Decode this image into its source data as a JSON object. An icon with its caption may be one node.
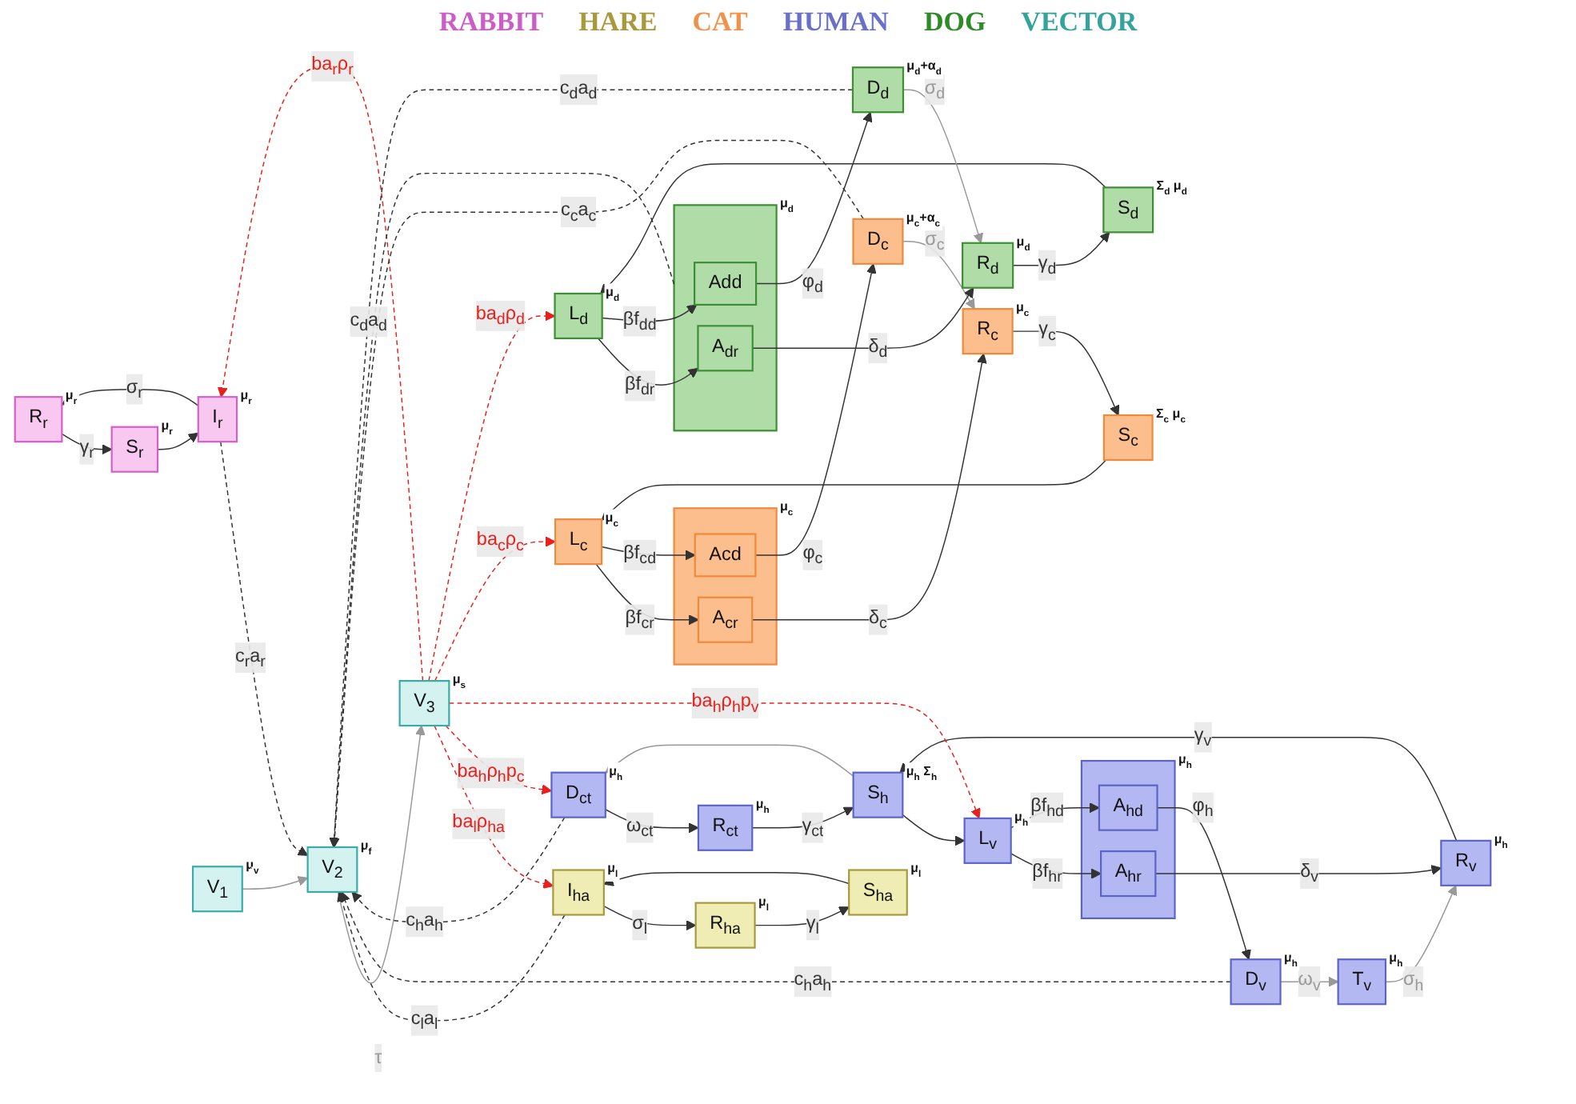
{
  "diagram": {
    "nodes": [
      {
        "text": [
          "R$_{r}$"
        ],
        "beside": [
          "μ$_{r}$"
        ]
      },
      {
        "text": [
          "I$_{r}$"
        ],
        "beside": [
          "μ$_{r}$"
        ]
      },
      {
        "text": [
          "S$_{r}$"
        ],
        "beside": [
          "μ$_{r}$"
        ]
      },
      {
        "text": [
          "D$_{ct}$"
        ],
        "beside": [
          "μ$_{h}$"
        ]
      },
      {
        "text": [
          "R$_{ct}$"
        ],
        "beside": [
          "μ$_{h}$"
        ]
      },
      {
        "text": [
          "S$_{h}$"
        ],
        "beside": [
          "μ$_{h}$",
          "Σ$_{h}$"
        ]
      },
      {
        "text": [
          "R$_{v}$"
        ],
        "beside": [
          "μ$_{h}$"
        ]
      },
      {
        "text": [
          "T$_{v}$"
        ],
        "beside": [
          "μ$_{h}$"
        ]
      },
      {
        "text": [
          "D$_{v}$"
        ],
        "beside": [
          "μ$_{h}$"
        ]
      },
      {
        "text": [
          "L$_{v}$"
        ],
        "beside": [
          "μ$_{h}$"
        ]
      },
      {
        "text": [],
        "shape": "box",
        "beside": [
          "μ$_{h}$"
        ]
      },
      {
        "text": [
          "A$_{hr}$"
        ],
        "in": 10
      },
      {
        "text": [
          "A$_{hd}$"
        ],
        "in": 10
      },
      {
        "text": [
          "V$_{3}$"
        ],
        "beside": [
          "μ$_{s}$"
        ]
      },
      {
        "text": [
          "V$_{2}$"
        ],
        "beside": [
          "μ$_{f}$"
        ]
      },
      {
        "text": [
          "V$_{1}$"
        ],
        "beside": [
          "μ$_{v}$"
        ]
      },
      {
        "text": [
          "S$_{c}$"
        ],
        "beside": [
          "Σ$_{c}$",
          "μ$_{c}$"
        ]
      },
      {
        "text": [
          "R$_{c}$"
        ],
        "beside": [
          "μ$_{c}$"
        ]
      },
      {
        "text": [
          "L$_{c}$"
        ],
        "beside": [
          "μ$_{c}$"
        ]
      },
      {
        "text": [],
        "shape": "box",
        "beside": [
          "μ$_{c}$"
        ]
      },
      {
        "text": [
          "A$_{cr}$"
        ],
        "in": 19
      },
      {
        "text": [
          "Acd"
        ],
        "in": 19
      },
      {
        "text": [
          "D$_{c}$"
        ],
        "beside": [
          "μ$_{c}$+α$_{c}$"
        ]
      },
      {
        "text": [
          "S$_{ha}$"
        ],
        "beside": [
          "μ$_{l}$"
        ]
      },
      {
        "text": [
          "I$_{ha}$"
        ],
        "beside": [
          "μ$_{l}$"
        ]
      },
      {
        "text": [
          "R$_{ha}$"
        ],
        "beside": [
          "μ$_{l}$"
        ]
      },
      {
        "text": [
          "S$_{d}$"
        ],
        "beside": [
          "Σ$_{d}$",
          "μ$_{d}$"
        ]
      },
      {
        "text": [
          "R$_{d}$"
        ],
        "beside": [
          "μ$_{d}$"
        ]
      },
      {
        "text": [
          "L$_{d}$"
        ],
        "beside": [
          "μ$_{d}$"
        ]
      },
      {
        "text": [],
        "shape": "box",
        "beside": [
          "μ$_{d}$"
        ]
      },
      {
        "text": [
          "A$_{dr}$"
        ],
        "in": 29
      },
      {
        "text": [
          "Add"
        ],
        "in": 29
      },
      {
        "text": [
          "D$_{d}$"
        ],
        "beside": [
          "μ$_{d}$+α$_{d}$"
        ]
      }
    ],
    "edges": [
      {
        "from": 2,
        "to": 1,
        "arrow": "to"
      },
      {
        "from": 1,
        "to": 0,
        "arrow": "to",
        "label": "σ$_{r}$"
      },
      {
        "from": 0,
        "to": 2,
        "arrow": "to",
        "label": "γ$_{r}$"
      },
      {
        "from": 3,
        "to": 4,
        "arrow": "to",
        "label": "ω$_{ct}$"
      },
      {
        "from": 4,
        "to": 5,
        "arrow": "to",
        "label": "γ$_{ct}$"
      },
      {
        "from": 5,
        "to": 3,
        "arrow": "to",
        "color": "#999999"
      },
      {
        "from": 6,
        "to": 5,
        "arrow": "to",
        "label": "γ$_{v}$"
      },
      {
        "from": 5,
        "to": 9,
        "arrow": "to"
      },
      {
        "from": 9,
        "to": 11,
        "arrow": "to",
        "label": "βf$_{hr}$"
      },
      {
        "from": 9,
        "to": 12,
        "arrow": "to",
        "label": "βf$_{hd}$"
      },
      {
        "from": 11,
        "to": 6,
        "arrow": "to",
        "label": "δ$_{v}$"
      },
      {
        "from": 12,
        "to": 8,
        "arrow": "to",
        "label": "φ$_{h}$"
      },
      {
        "from": 8,
        "to": 7,
        "arrow": "to",
        "label": "ω$_{v}$",
        "color": "#999999"
      },
      {
        "from": 7,
        "to": 6,
        "arrow": "to",
        "label": "σ$_{h}$",
        "color": "#999999"
      },
      {
        "from": 15,
        "to": 14,
        "arrow": "to",
        "color": "#999999"
      },
      {
        "from": 14,
        "to": 13,
        "arrow": "to",
        "label": "τ",
        "color": "#999999"
      },
      {
        "from": 13,
        "to": 1,
        "arrow": "to",
        "label": "ba$_{r}$ρ$_{r}$",
        "style": "dashed",
        "color": "#e8201c"
      },
      {
        "from": 13,
        "to": 24,
        "arrow": "to",
        "label": "ba$_{l}$ρ$_{ha}$",
        "style": "dashed",
        "color": "#e8201c"
      },
      {
        "from": 13,
        "to": 3,
        "arrow": "to",
        "label": "ba$_{h}$ρ$_{h}$p$_{c}$",
        "style": "dashed",
        "color": "#e8201c"
      },
      {
        "from": 13,
        "to": 9,
        "arrow": "to",
        "label": "ba$_{h}$ρ$_{h}$p$_{v}$",
        "style": "dashed",
        "color": "#e8201c"
      },
      {
        "from": 13,
        "to": 18,
        "arrow": "to",
        "label": "ba$_{c}$ρ$_{c}$",
        "style": "dashed",
        "color": "#e8201c"
      },
      {
        "from": 13,
        "to": 28,
        "arrow": "to",
        "label": "ba$_{d}$ρ$_{d}$",
        "style": "dashed",
        "color": "#e8201c"
      },
      {
        "from": 17,
        "to": 16,
        "arrow": "to",
        "label": "γ$_{c}$"
      },
      {
        "from": 16,
        "to": 18,
        "arrow": "to"
      },
      {
        "from": 18,
        "to": 20,
        "arrow": "to",
        "label": "βf$_{cr}$"
      },
      {
        "from": 18,
        "to": 21,
        "arrow": "to",
        "label": "βf$_{cd}$"
      },
      {
        "from": 20,
        "to": 17,
        "arrow": "to",
        "label": "δ$_{c}$"
      },
      {
        "from": 21,
        "to": 22,
        "arrow": "to",
        "label": "φ$_{c}$"
      },
      {
        "from": 22,
        "to": 17,
        "arrow": "to",
        "label": "σ$_{c}$",
        "color": "#999999"
      },
      {
        "from": 23,
        "to": 24,
        "arrow": "to"
      },
      {
        "from": 24,
        "to": 25,
        "arrow": "to",
        "label": "σ$_{l}$"
      },
      {
        "from": 25,
        "to": 23,
        "arrow": "to",
        "label": "γ$_{l}$"
      },
      {
        "from": 27,
        "to": 26,
        "arrow": "to",
        "label": "γ$_{d}$"
      },
      {
        "from": 26,
        "to": 28,
        "arrow": "to"
      },
      {
        "from": 28,
        "to": 30,
        "arrow": "to",
        "label": "βf$_{dr}$"
      },
      {
        "from": 28,
        "to": 31,
        "arrow": "to",
        "label": "βf$_{dd}$"
      },
      {
        "from": 30,
        "to": 27,
        "arrow": "to",
        "label": "δ$_{d}$"
      },
      {
        "from": 31,
        "to": 32,
        "arrow": "to",
        "label": "φ$_{d}$"
      },
      {
        "from": 32,
        "to": 27,
        "arrow": "to",
        "label": "σ$_{d}$",
        "color": "#999999"
      },
      {
        "from": 29,
        "to": 14,
        "arrow": "to",
        "label": "c$_{d}$a$_{d}$",
        "style": "dashed"
      },
      {
        "from": 8,
        "to": 14,
        "arrow": "to",
        "label": "c$_{h}$a$_{h}$",
        "style": "dashed"
      },
      {
        "from": 3,
        "to": 14,
        "arrow": "to",
        "label": "c$_{h}$a$_{h}$",
        "style": "dashed"
      },
      {
        "from": 1,
        "to": 14,
        "arrow": "to",
        "label": "c$_{r}$a$_{r}$",
        "style": "dashed"
      },
      {
        "from": 32,
        "to": 14,
        "arrow": "to",
        "label": "c$_{d}$a$_{d}$",
        "style": "dashed"
      },
      {
        "from": 22,
        "to": 14,
        "arrow": "to",
        "label": "c$_{c}$a$_{c}$",
        "style": "dashed"
      },
      {
        "from": 24,
        "to": 14,
        "arrow": "to",
        "label": "c$_{l}$a$_{l}$",
        "style": "dashed"
      }
    ],
    "labels": [
      "RABBIT",
      "HARE",
      "CAT",
      "HUMAN",
      "DOG",
      "VECTOR"
    ]
  }
}
